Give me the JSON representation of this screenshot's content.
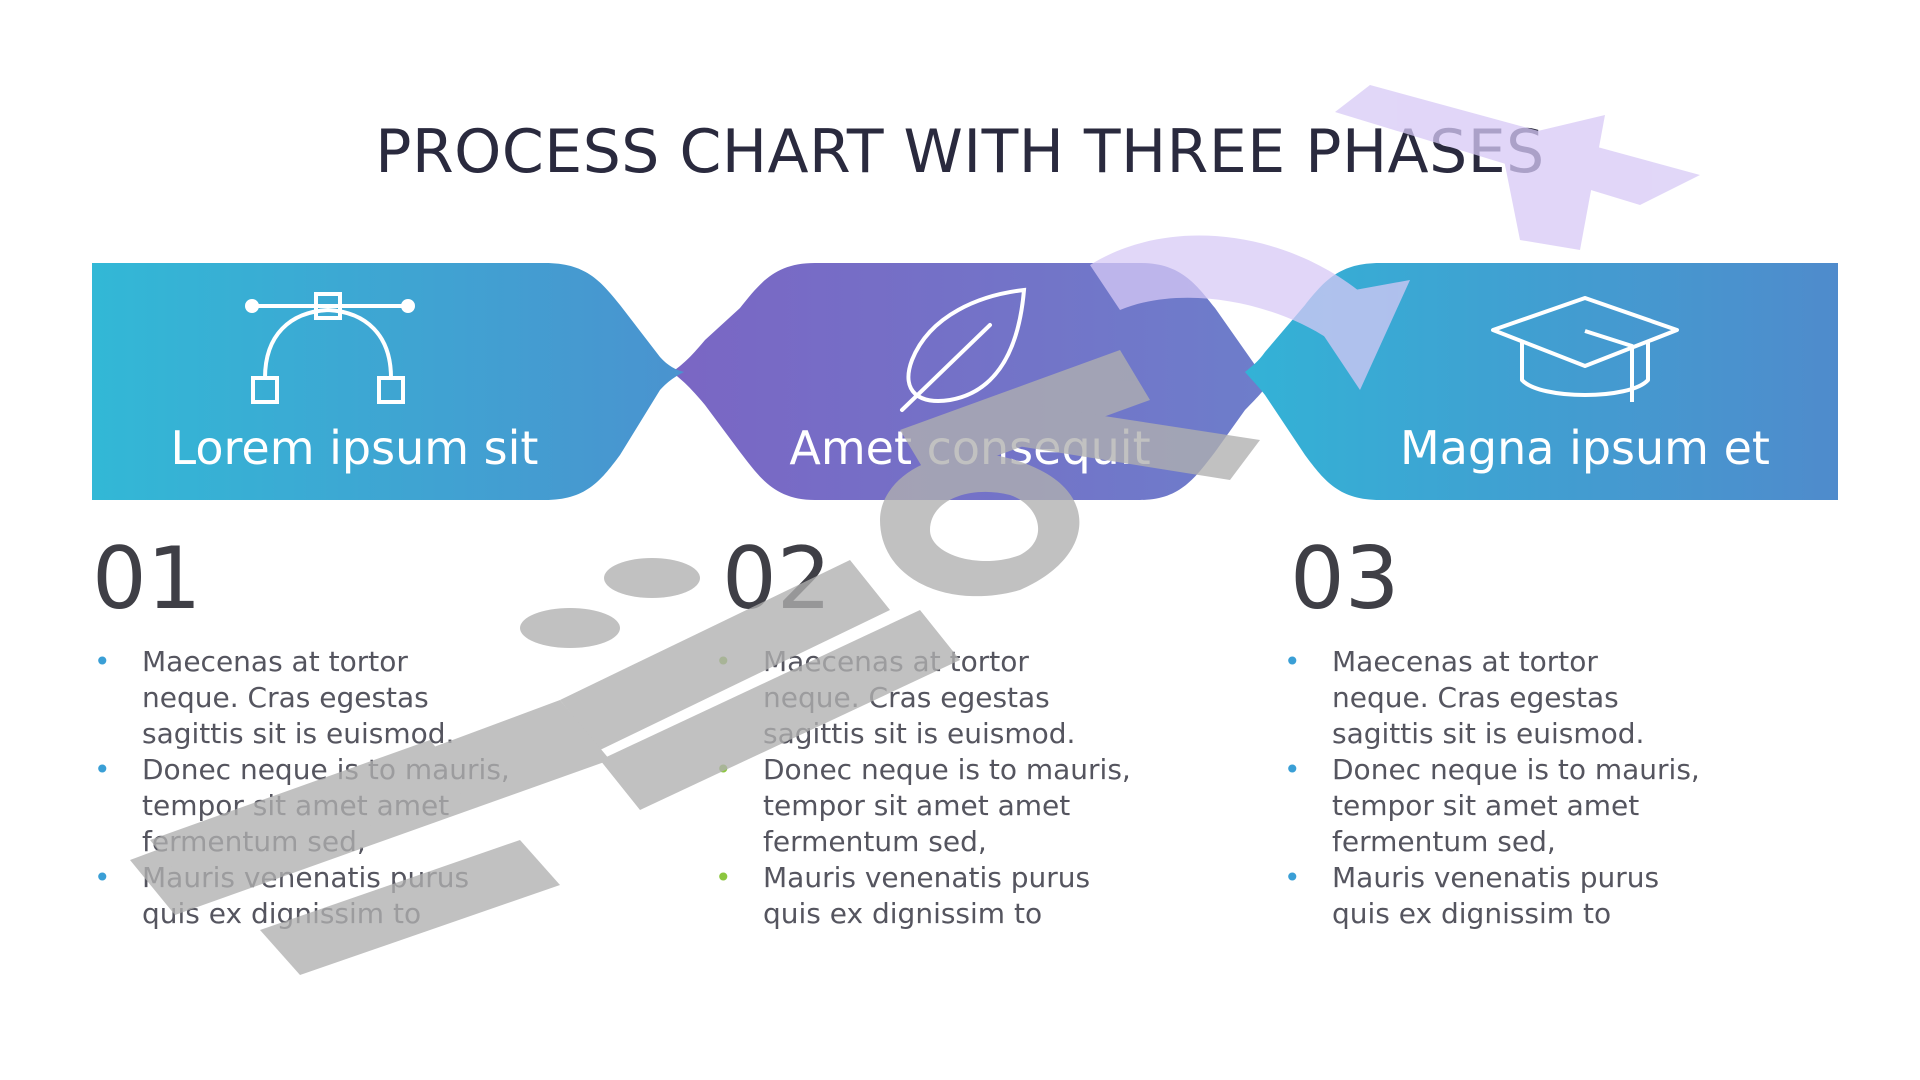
{
  "title": "PROCESS CHART WITH THREE PHASES",
  "colors": {
    "teal": "#35b3d3",
    "blue": "#4f8fd0",
    "purple": "#7b6cc6",
    "bullet_blue": "#3a9fd6",
    "bullet_green": "#8cc63f",
    "watermark": "#b9b9b9",
    "watermark_purple": "#d7c9f6"
  },
  "phases": [
    {
      "label": "Lorem ipsum sit",
      "number": "01",
      "icon": "bezier-curve-icon",
      "bullet_color": "#3a9fd6",
      "bullets": [
        [
          "Maecenas at tortor",
          "neque. Cras egestas",
          "sagittis sit is euismod."
        ],
        [
          "Donec neque is to mauris,",
          "tempor sit amet amet",
          "fermentum sed,"
        ],
        [
          "Mauris venenatis purus",
          "quis ex dignissim  to"
        ]
      ]
    },
    {
      "label": "Amet consequit",
      "number": "02",
      "icon": "leaf-icon",
      "bullet_color": "#8cc63f",
      "bullets": [
        [
          "Maecenas at tortor",
          "neque. Cras egestas",
          "sagittis sit is euismod."
        ],
        [
          "Donec neque is to mauris,",
          "tempor sit amet amet",
          "fermentum sed,"
        ],
        [
          "Mauris venenatis purus",
          "quis ex dignissim  to"
        ]
      ]
    },
    {
      "label": "Magna ipsum et",
      "number": "03",
      "icon": "graduation-cap-icon",
      "bullet_color": "#3a9fd6",
      "bullets": [
        [
          "Maecenas at tortor",
          "neque. Cras egestas",
          "sagittis sit is euismod."
        ],
        [
          "Donec neque is to mauris,",
          "tempor sit amet amet",
          "fermentum sed,"
        ],
        [
          "Mauris venenatis purus",
          "quis ex dignissim  to"
        ]
      ]
    }
  ]
}
